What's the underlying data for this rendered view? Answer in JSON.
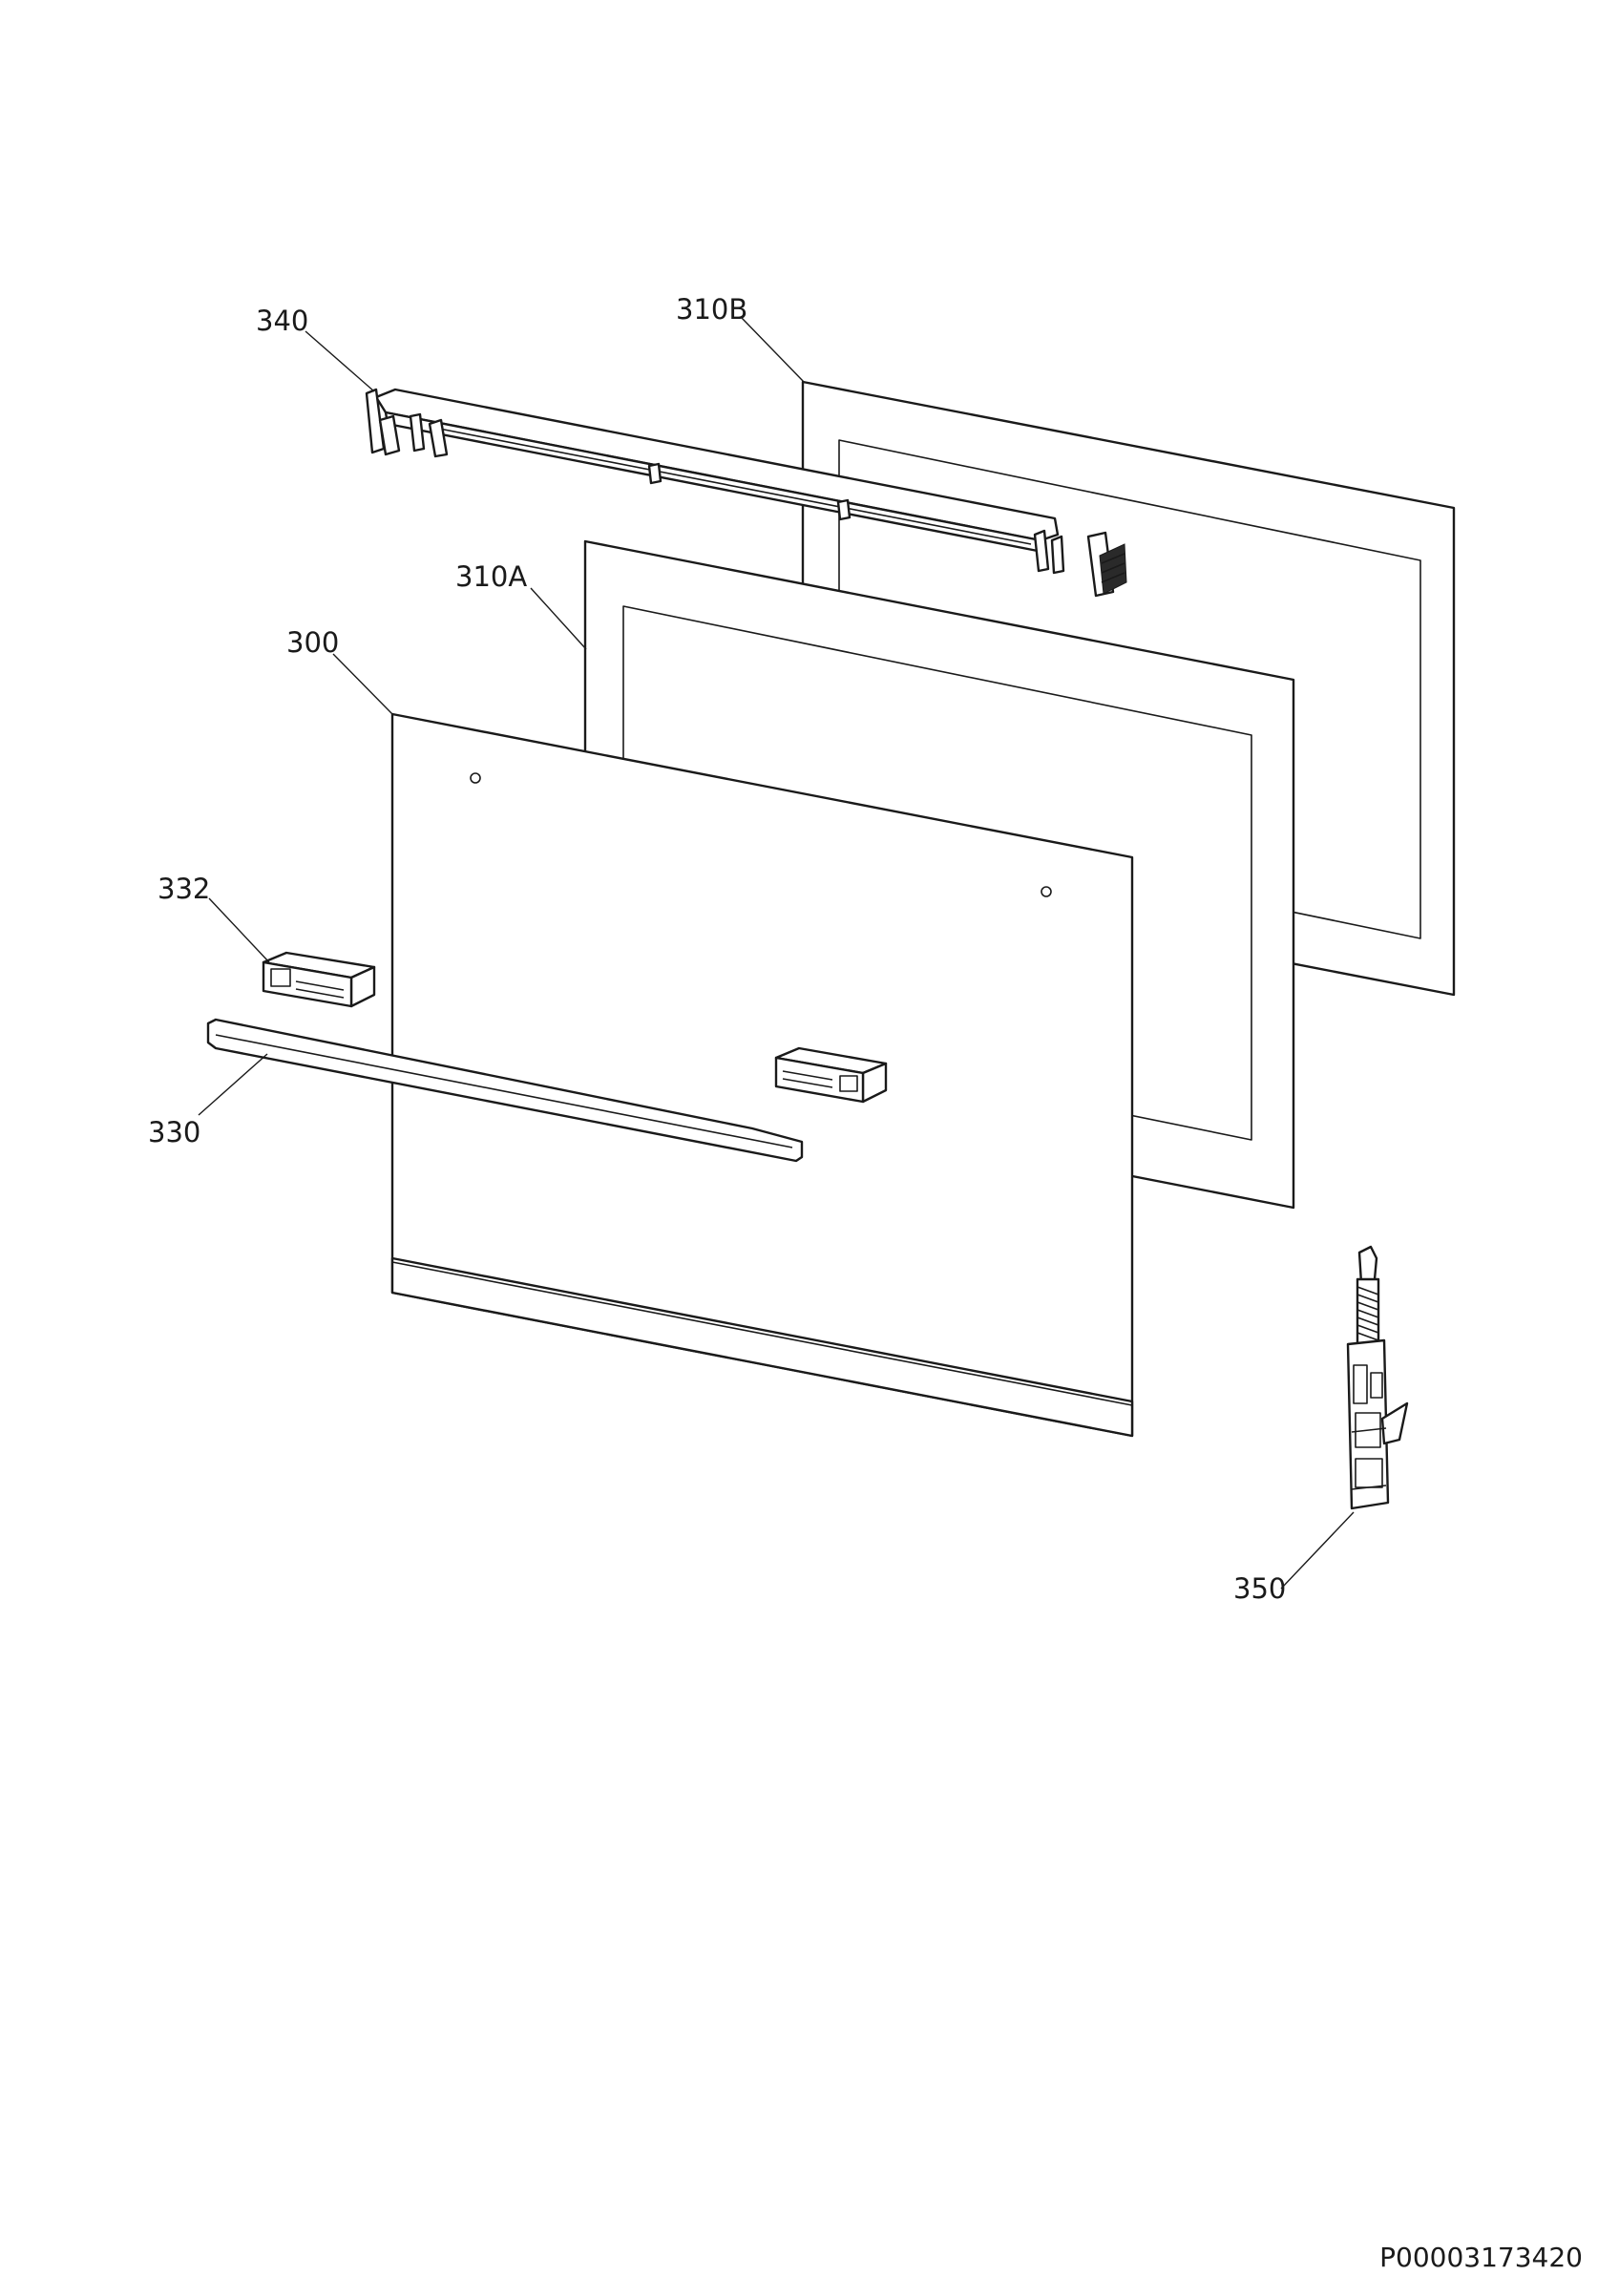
{
  "callouts": {
    "c340": "340",
    "c310B": "310B",
    "c310A": "310A",
    "c300": "300",
    "c332": "332",
    "c330": "330",
    "c350": "350"
  },
  "reference_code": "P00003173420"
}
